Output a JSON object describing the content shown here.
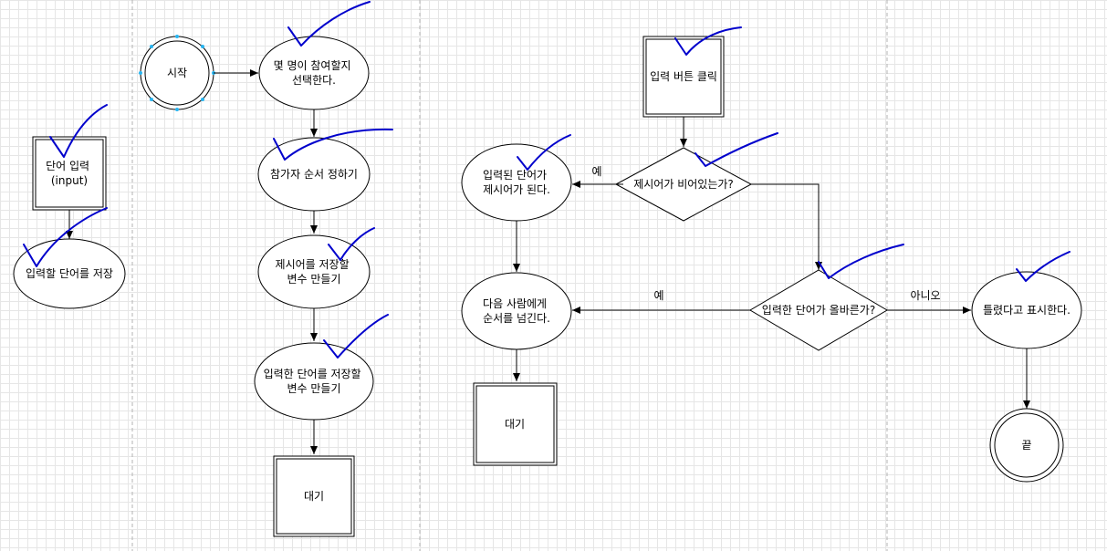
{
  "colors": {
    "check": "#0000cc",
    "stroke": "#000000",
    "divider": "#b3b3b3",
    "handle": "#29b6f2"
  },
  "col1": {
    "input_box": [
      "단어 입력",
      "(input)"
    ],
    "store": [
      "입력할 단어를 저장"
    ]
  },
  "col2": {
    "start": [
      "시작"
    ],
    "select_count": [
      "몇 명이 참여할지",
      "선택한다."
    ],
    "order": [
      "참가자 순서 정하기"
    ],
    "word_var": [
      "제시어를 저장할",
      "변수 만들기"
    ],
    "input_var": [
      "입력한 단어를 저장할",
      "변수 만들기"
    ],
    "wait": [
      "대기"
    ]
  },
  "col3": {
    "click": [
      "입력 버튼 클릭"
    ],
    "empty_check": [
      "제시어가 비어있는가?"
    ],
    "becomes_word": [
      "입력된 단어가",
      "제시어가 된다."
    ],
    "correct_check": [
      "입력한 단어가 올바른가?"
    ],
    "next_turn": [
      "다음 사람에게",
      "순서를 넘긴다."
    ],
    "wait": [
      "대기"
    ],
    "wrong": [
      "틀렸다고 표시한다."
    ],
    "end": [
      "끝"
    ],
    "yes1": "예",
    "yes2": "예",
    "no": "아니오"
  }
}
